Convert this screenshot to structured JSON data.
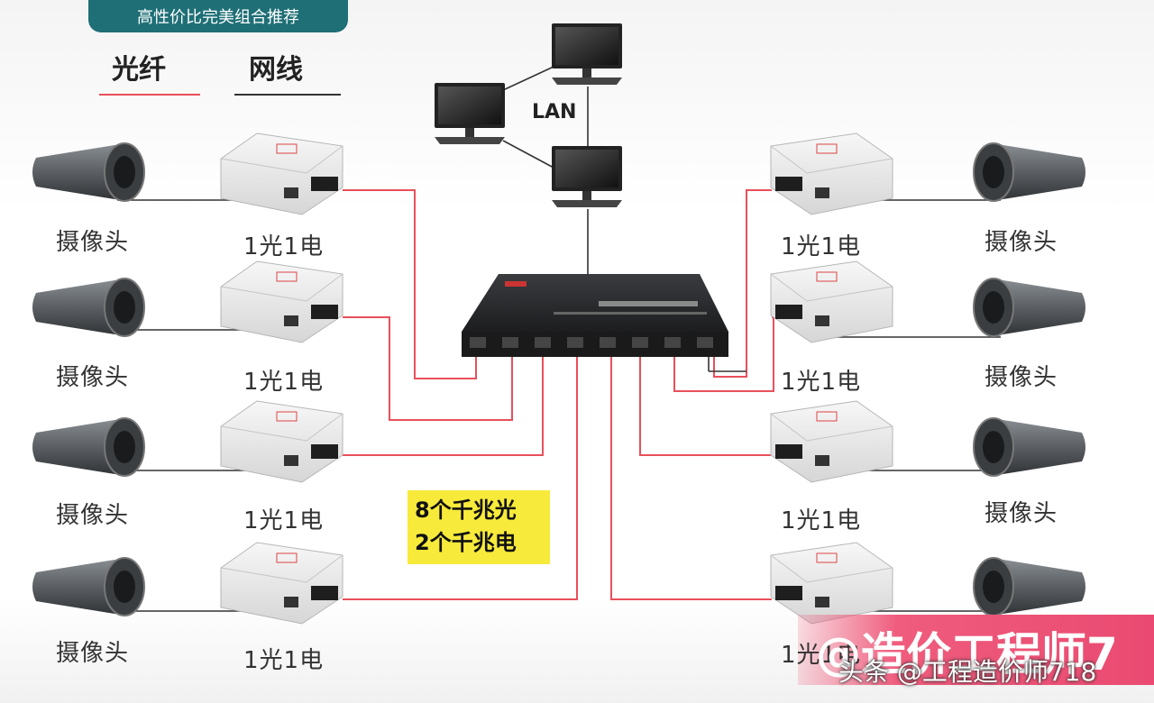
{
  "banner": "高性价比完美组合推荐",
  "legend": {
    "fiber": "光纤",
    "cable": "网线",
    "fiber_color": "#e8505b",
    "cable_color": "#333333"
  },
  "network_label": "LAN",
  "device_labels": {
    "camera": "摄像头",
    "converter": "1光1电"
  },
  "switch_note": {
    "line1": "8个千兆光",
    "line2": "2个千兆电"
  },
  "watermark": {
    "big": "@造价工程师7",
    "small": "头条 @工程造价师718"
  }
}
